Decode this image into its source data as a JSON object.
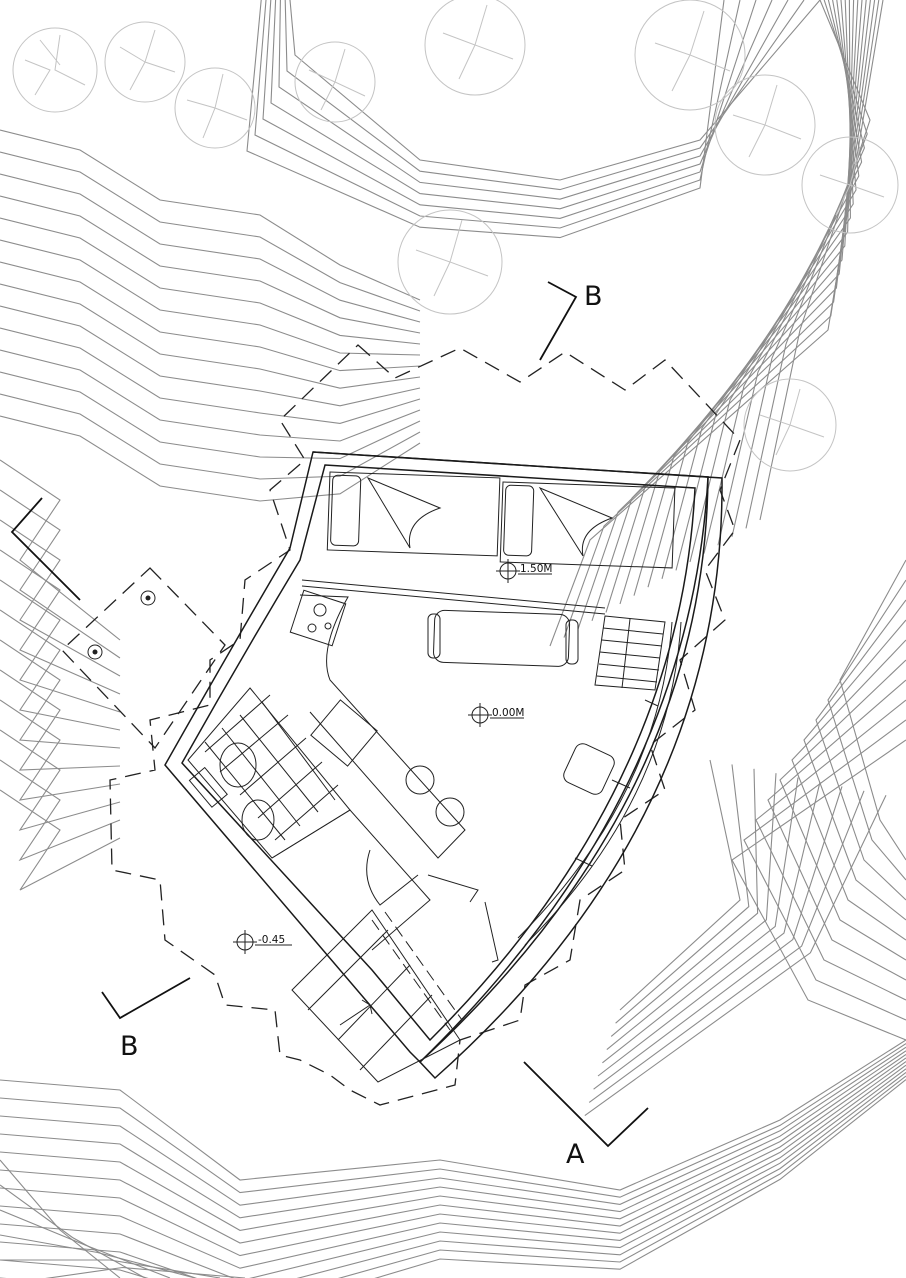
{
  "section_markers": {
    "a": "A",
    "b_top": "B",
    "b_bottom": "B"
  },
  "level_marks": {
    "terrace": "1.50M",
    "floor": "0.00M",
    "entry": "-0.45"
  }
}
